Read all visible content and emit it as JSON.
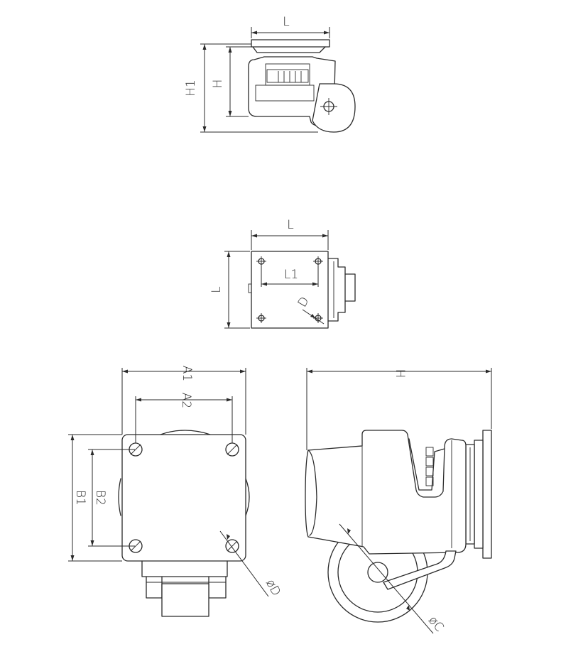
{
  "labels": {
    "top_width": "L",
    "top_height_total": "H1",
    "top_height": "H",
    "plan_width": "L",
    "plan_hole_spacing": "L1",
    "plan_depth": "L",
    "plan_hole_dia": "D",
    "front_width_outer": "A1",
    "front_width_holes": "A2",
    "front_height_outer": "B1",
    "front_height_holes": "B2",
    "front_hole_dia": "øD",
    "side_length": "H",
    "side_wheel_dia": "øC"
  }
}
